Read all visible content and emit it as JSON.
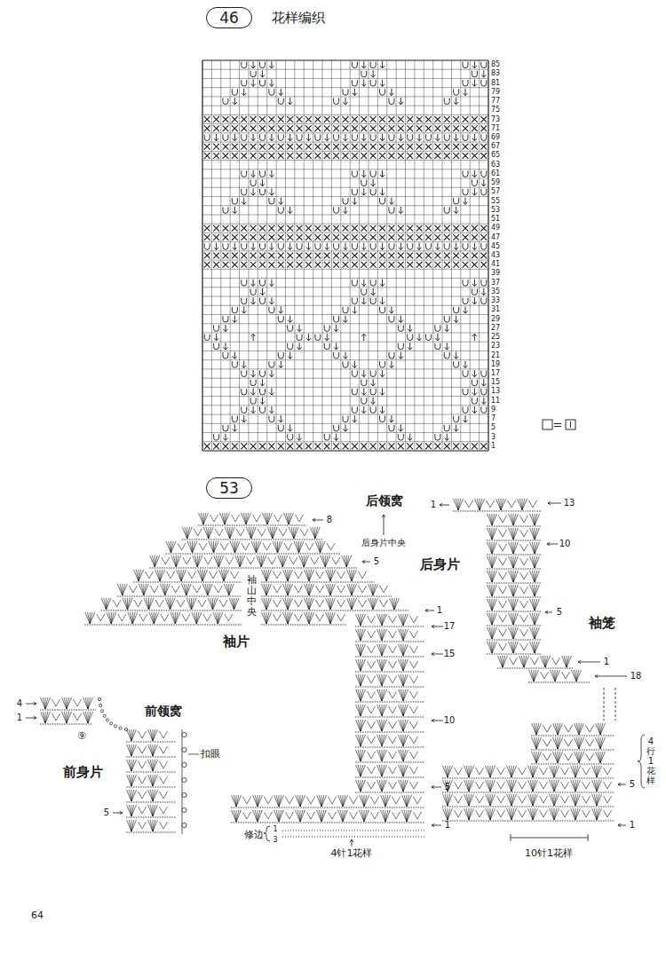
{
  "diagram": {
    "title": "花样编织",
    "nodes": [
      {
        "text": [
          "46"
        ]
      },
      {
        "text": [
          "53"
        ]
      }
    ],
    "labels": [
      "85",
      "83",
      "81",
      "79",
      "77",
      "75",
      "73",
      "71",
      "69",
      "67",
      "65",
      "63",
      "61",
      "59",
      "57",
      "55",
      "53",
      "51",
      "49",
      "47",
      "45",
      "43",
      "41",
      "39",
      "37",
      "35",
      "33",
      "31",
      "29",
      "27",
      "25",
      "23",
      "21",
      "19",
      "17",
      "15",
      "13",
      "11",
      "9",
      "7",
      "5",
      "3",
      "1",
      "=",
      "8",
      "5",
      "袖山中央",
      "袖片",
      "1",
      "17",
      "15",
      "10",
      "5",
      "1",
      "修边",
      "1",
      "3",
      "4针1花样",
      "后领窝",
      "1",
      "后身片中央",
      "13",
      "10",
      "5",
      "后身片",
      "袖笼",
      "1",
      "18",
      "4行1花样",
      "5",
      "1",
      "10针1花样",
      "前领窝",
      "4",
      "1",
      "⑨",
      "扣眼",
      "前身片",
      "5",
      "64"
    ]
  }
}
